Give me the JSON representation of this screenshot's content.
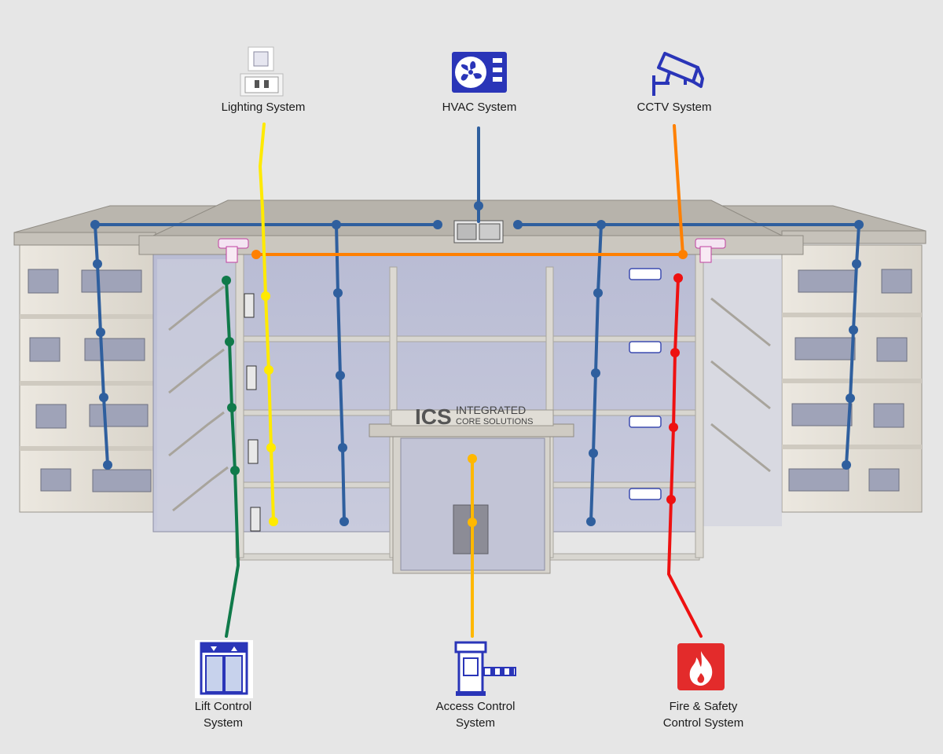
{
  "systems": {
    "lighting": {
      "label": "Lighting System",
      "color": "#ffea00",
      "icon": "light-switch-icon"
    },
    "hvac": {
      "label": "HVAC System",
      "color": "#2f5f9e",
      "icon": "hvac-unit-icon"
    },
    "cctv": {
      "label": "CCTV System",
      "color": "#ff8000",
      "icon": "cctv-camera-icon"
    },
    "lift": {
      "label_line1": "Lift Control",
      "label_line2": "System",
      "color": "#107a4a",
      "icon": "elevator-icon"
    },
    "access": {
      "label_line1": "Access Control",
      "label_line2": "System",
      "color": "#ffb800",
      "icon": "barrier-gate-icon"
    },
    "fire": {
      "label_line1": "Fire & Safety",
      "label_line2": "Control System",
      "color": "#ee1111",
      "icon": "fire-alarm-icon"
    }
  },
  "brand": {
    "initials": "ICS",
    "line1": "INTEGRATED",
    "line2": "CORE SOLUTIONS"
  }
}
